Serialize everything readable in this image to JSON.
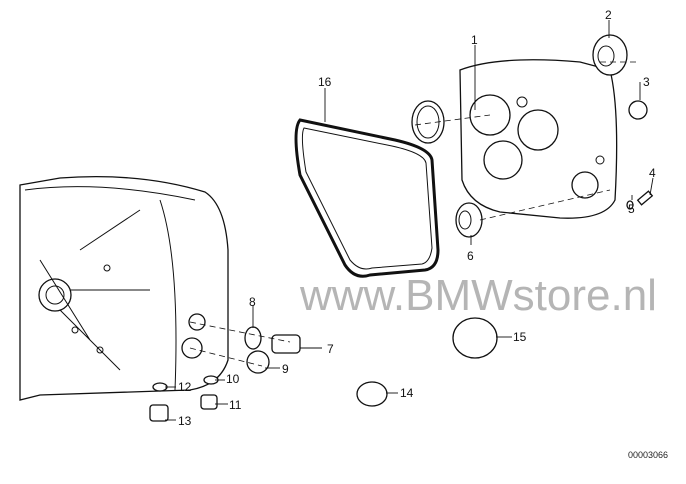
{
  "diagram": {
    "diagram_number": "00003066",
    "watermark": "www.BMWstore.nl",
    "callouts": [
      "1",
      "2",
      "3",
      "4",
      "5",
      "6",
      "7",
      "8",
      "9",
      "10",
      "11",
      "12",
      "13",
      "14",
      "15",
      "16"
    ]
  }
}
